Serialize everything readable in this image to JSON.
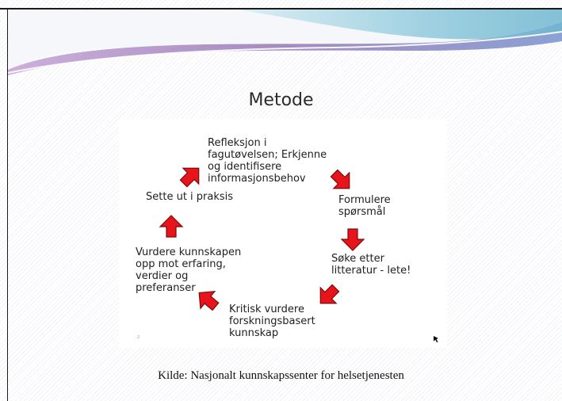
{
  "slide": {
    "title": "Metode",
    "source": "Kilde: Nasjonalt kunnskapssenter for helsetjenesten"
  },
  "diagram": {
    "steps": [
      {
        "id": "refleksjon",
        "text": "Refleksjon i\nfagutøvelsen;  Erkjenne\nog identifisere\ninformasjonsbehov"
      },
      {
        "id": "formulere",
        "text": "Formulere\nspørsmål"
      },
      {
        "id": "soke",
        "text": "Søke etter\nlitteratur   - lete!"
      },
      {
        "id": "kritisk",
        "text": "Kritisk vurdere\nforskningsbasert\nkunnskap"
      },
      {
        "id": "vurdere",
        "text": "Vurdere kunnskapen\nopp mot erfaring,\nverdier og\npreferanser"
      },
      {
        "id": "sette",
        "text": "Sette ut i praksis"
      }
    ],
    "small_mark": "2"
  },
  "colors": {
    "arrow_fill": "#e8141b",
    "arrow_stroke": "#7a0a0a",
    "header_purple": "#9a7fb8",
    "header_blue": "#8ec9dc"
  }
}
